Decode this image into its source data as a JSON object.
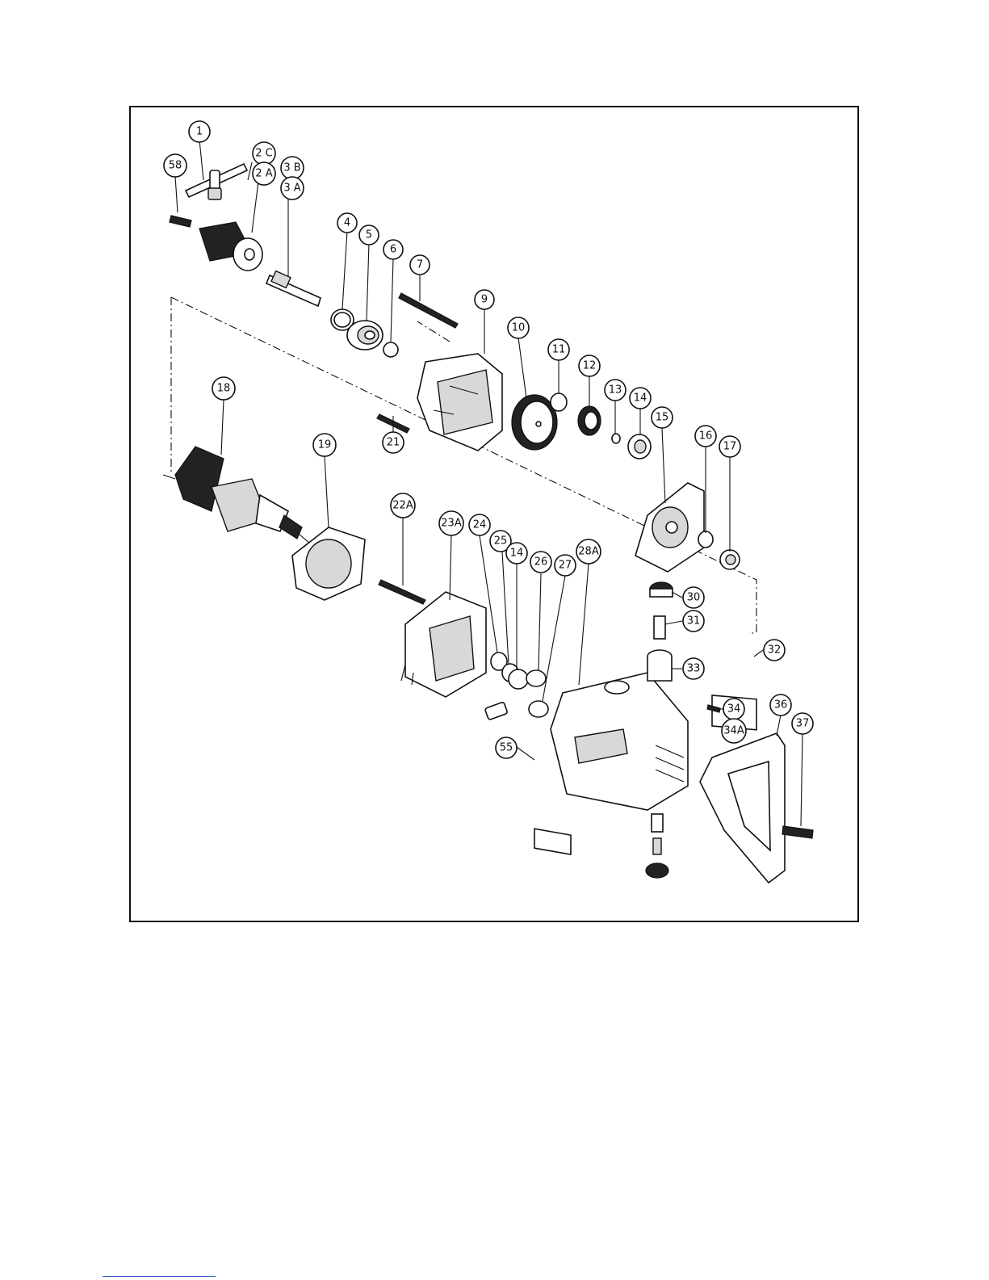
{
  "callouts": [
    {
      "label": "1"
    },
    {
      "label": "2 C"
    },
    {
      "label": "2 A"
    },
    {
      "label": "3 B"
    },
    {
      "label": "3 A"
    },
    {
      "label": "58"
    },
    {
      "label": "4"
    },
    {
      "label": "5"
    },
    {
      "label": "6"
    },
    {
      "label": "7"
    },
    {
      "label": "9"
    },
    {
      "label": "10"
    },
    {
      "label": "11"
    },
    {
      "label": "12"
    },
    {
      "label": "13"
    },
    {
      "label": "14"
    },
    {
      "label": "15"
    },
    {
      "label": "16"
    },
    {
      "label": "17"
    },
    {
      "label": "18"
    },
    {
      "label": "19"
    },
    {
      "label": "21"
    },
    {
      "label": "22A"
    },
    {
      "label": "23A"
    },
    {
      "label": "24"
    },
    {
      "label": "25"
    },
    {
      "label": "14"
    },
    {
      "label": "26"
    },
    {
      "label": "27"
    },
    {
      "label": "28A"
    },
    {
      "label": "30"
    },
    {
      "label": "31"
    },
    {
      "label": "32"
    },
    {
      "label": "33"
    },
    {
      "label": "34"
    },
    {
      "label": "34A"
    },
    {
      "label": "36"
    },
    {
      "label": "37"
    },
    {
      "label": "55"
    }
  ]
}
